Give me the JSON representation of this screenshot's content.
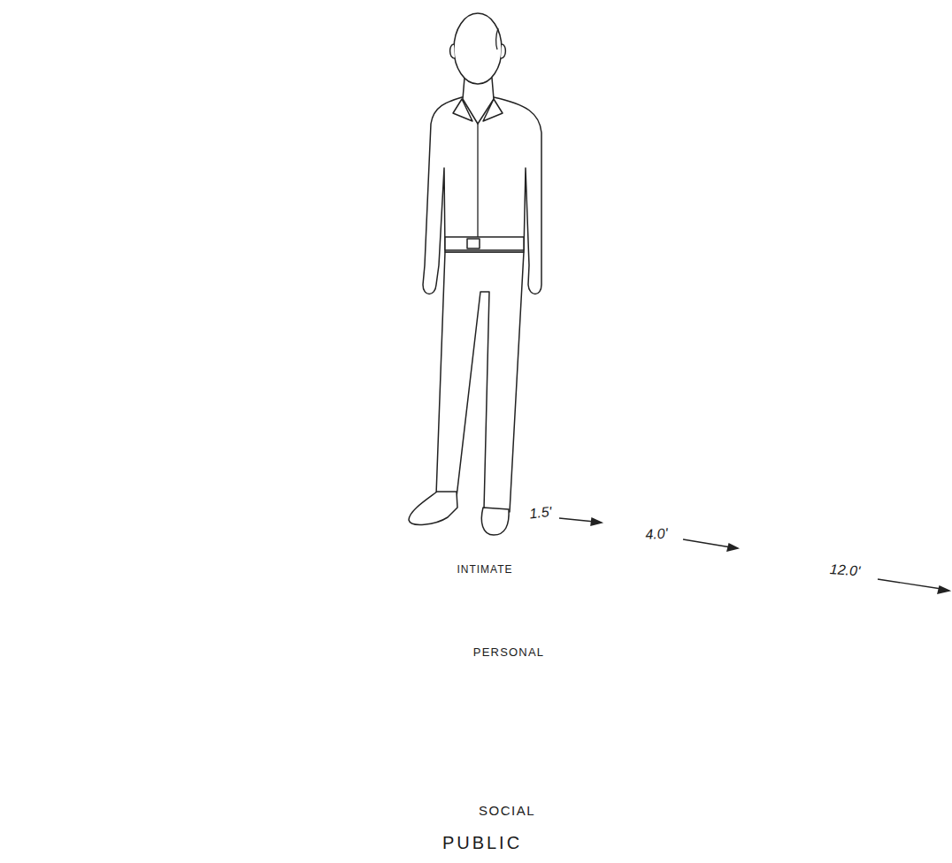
{
  "diagram": {
    "nodes": [
      {
        "text": [
          "SOCIAL"
        ]
      },
      {
        "text": [
          "PERSONAL"
        ],
        "in": 0
      },
      {
        "text": [
          "INTIMATE"
        ],
        "in": 1
      }
    ],
    "labels": [
      "1.5'",
      "4.0'",
      "12.0'",
      "PUBLIC"
    ]
  }
}
